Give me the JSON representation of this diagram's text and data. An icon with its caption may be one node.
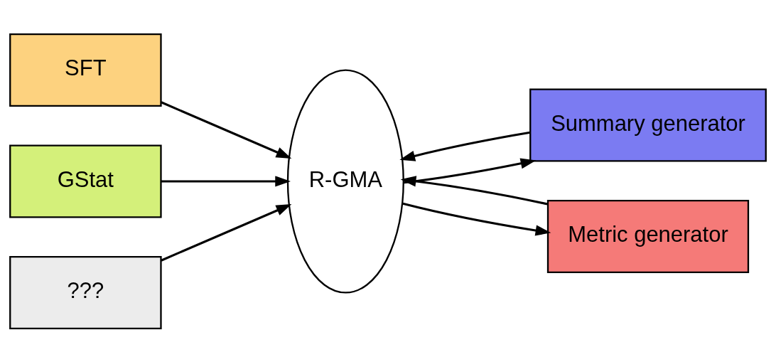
{
  "diagram": {
    "nodes": [
      {
        "text": [
          "SFT"
        ]
      },
      {
        "text": [
          "GStat"
        ]
      },
      {
        "text": [
          "???"
        ]
      },
      {
        "text": [
          "R-GMA"
        ]
      },
      {
        "text": [
          "Summary generator"
        ]
      },
      {
        "text": [
          "Metric generator"
        ]
      }
    ],
    "edges": [
      {
        "from": 0,
        "to": 3,
        "arrow": "to"
      },
      {
        "from": 1,
        "to": 3,
        "arrow": "to"
      },
      {
        "from": 2,
        "to": 3,
        "arrow": "to"
      },
      {
        "from": 3,
        "to": 4,
        "arrow": "to"
      },
      {
        "from": 4,
        "to": 3,
        "arrow": "to"
      },
      {
        "from": 3,
        "to": 5,
        "arrow": "to"
      },
      {
        "from": 5,
        "to": 3,
        "arrow": "to"
      }
    ]
  }
}
